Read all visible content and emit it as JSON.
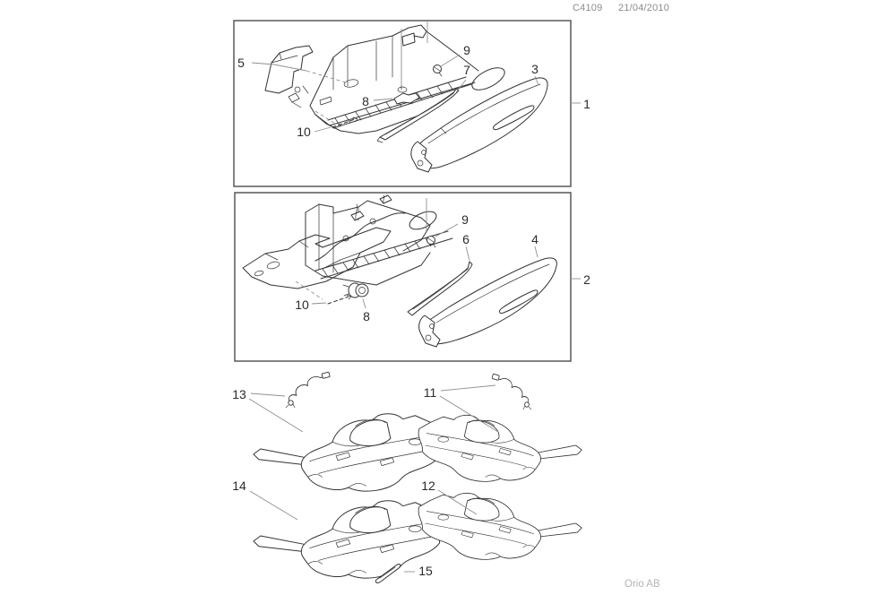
{
  "header": {
    "doc_code": "C4109",
    "date": "21/04/2010"
  },
  "footer": {
    "company": "Orio AB"
  },
  "colors": {
    "background": "#ffffff",
    "line": "#333333",
    "leader": "#909090",
    "frame": "#4c4c4c",
    "meta_text": "#8b8b91",
    "footer_text": "#b5b5b9",
    "callout_text": "#2b2b2b"
  },
  "figure": {
    "type": "exploded-parts-diagram",
    "assemblies": [
      {
        "ref": "1",
        "callouts": [
          "5",
          "9",
          "7",
          "3",
          "8",
          "10"
        ]
      },
      {
        "ref": "2",
        "callouts": [
          "9",
          "6",
          "4",
          "8",
          "10"
        ]
      }
    ],
    "loose_callouts": [
      "13",
      "11",
      "14",
      "12",
      "15"
    ]
  },
  "labels": {
    "n1": "1",
    "n2": "2",
    "n3": "3",
    "n4": "4",
    "n5": "5",
    "n6": "6",
    "n7": "7",
    "n8": "8",
    "n9": "9",
    "n10": "10",
    "n11": "11",
    "n12": "12",
    "n13": "13",
    "n14": "14",
    "n15": "15"
  }
}
